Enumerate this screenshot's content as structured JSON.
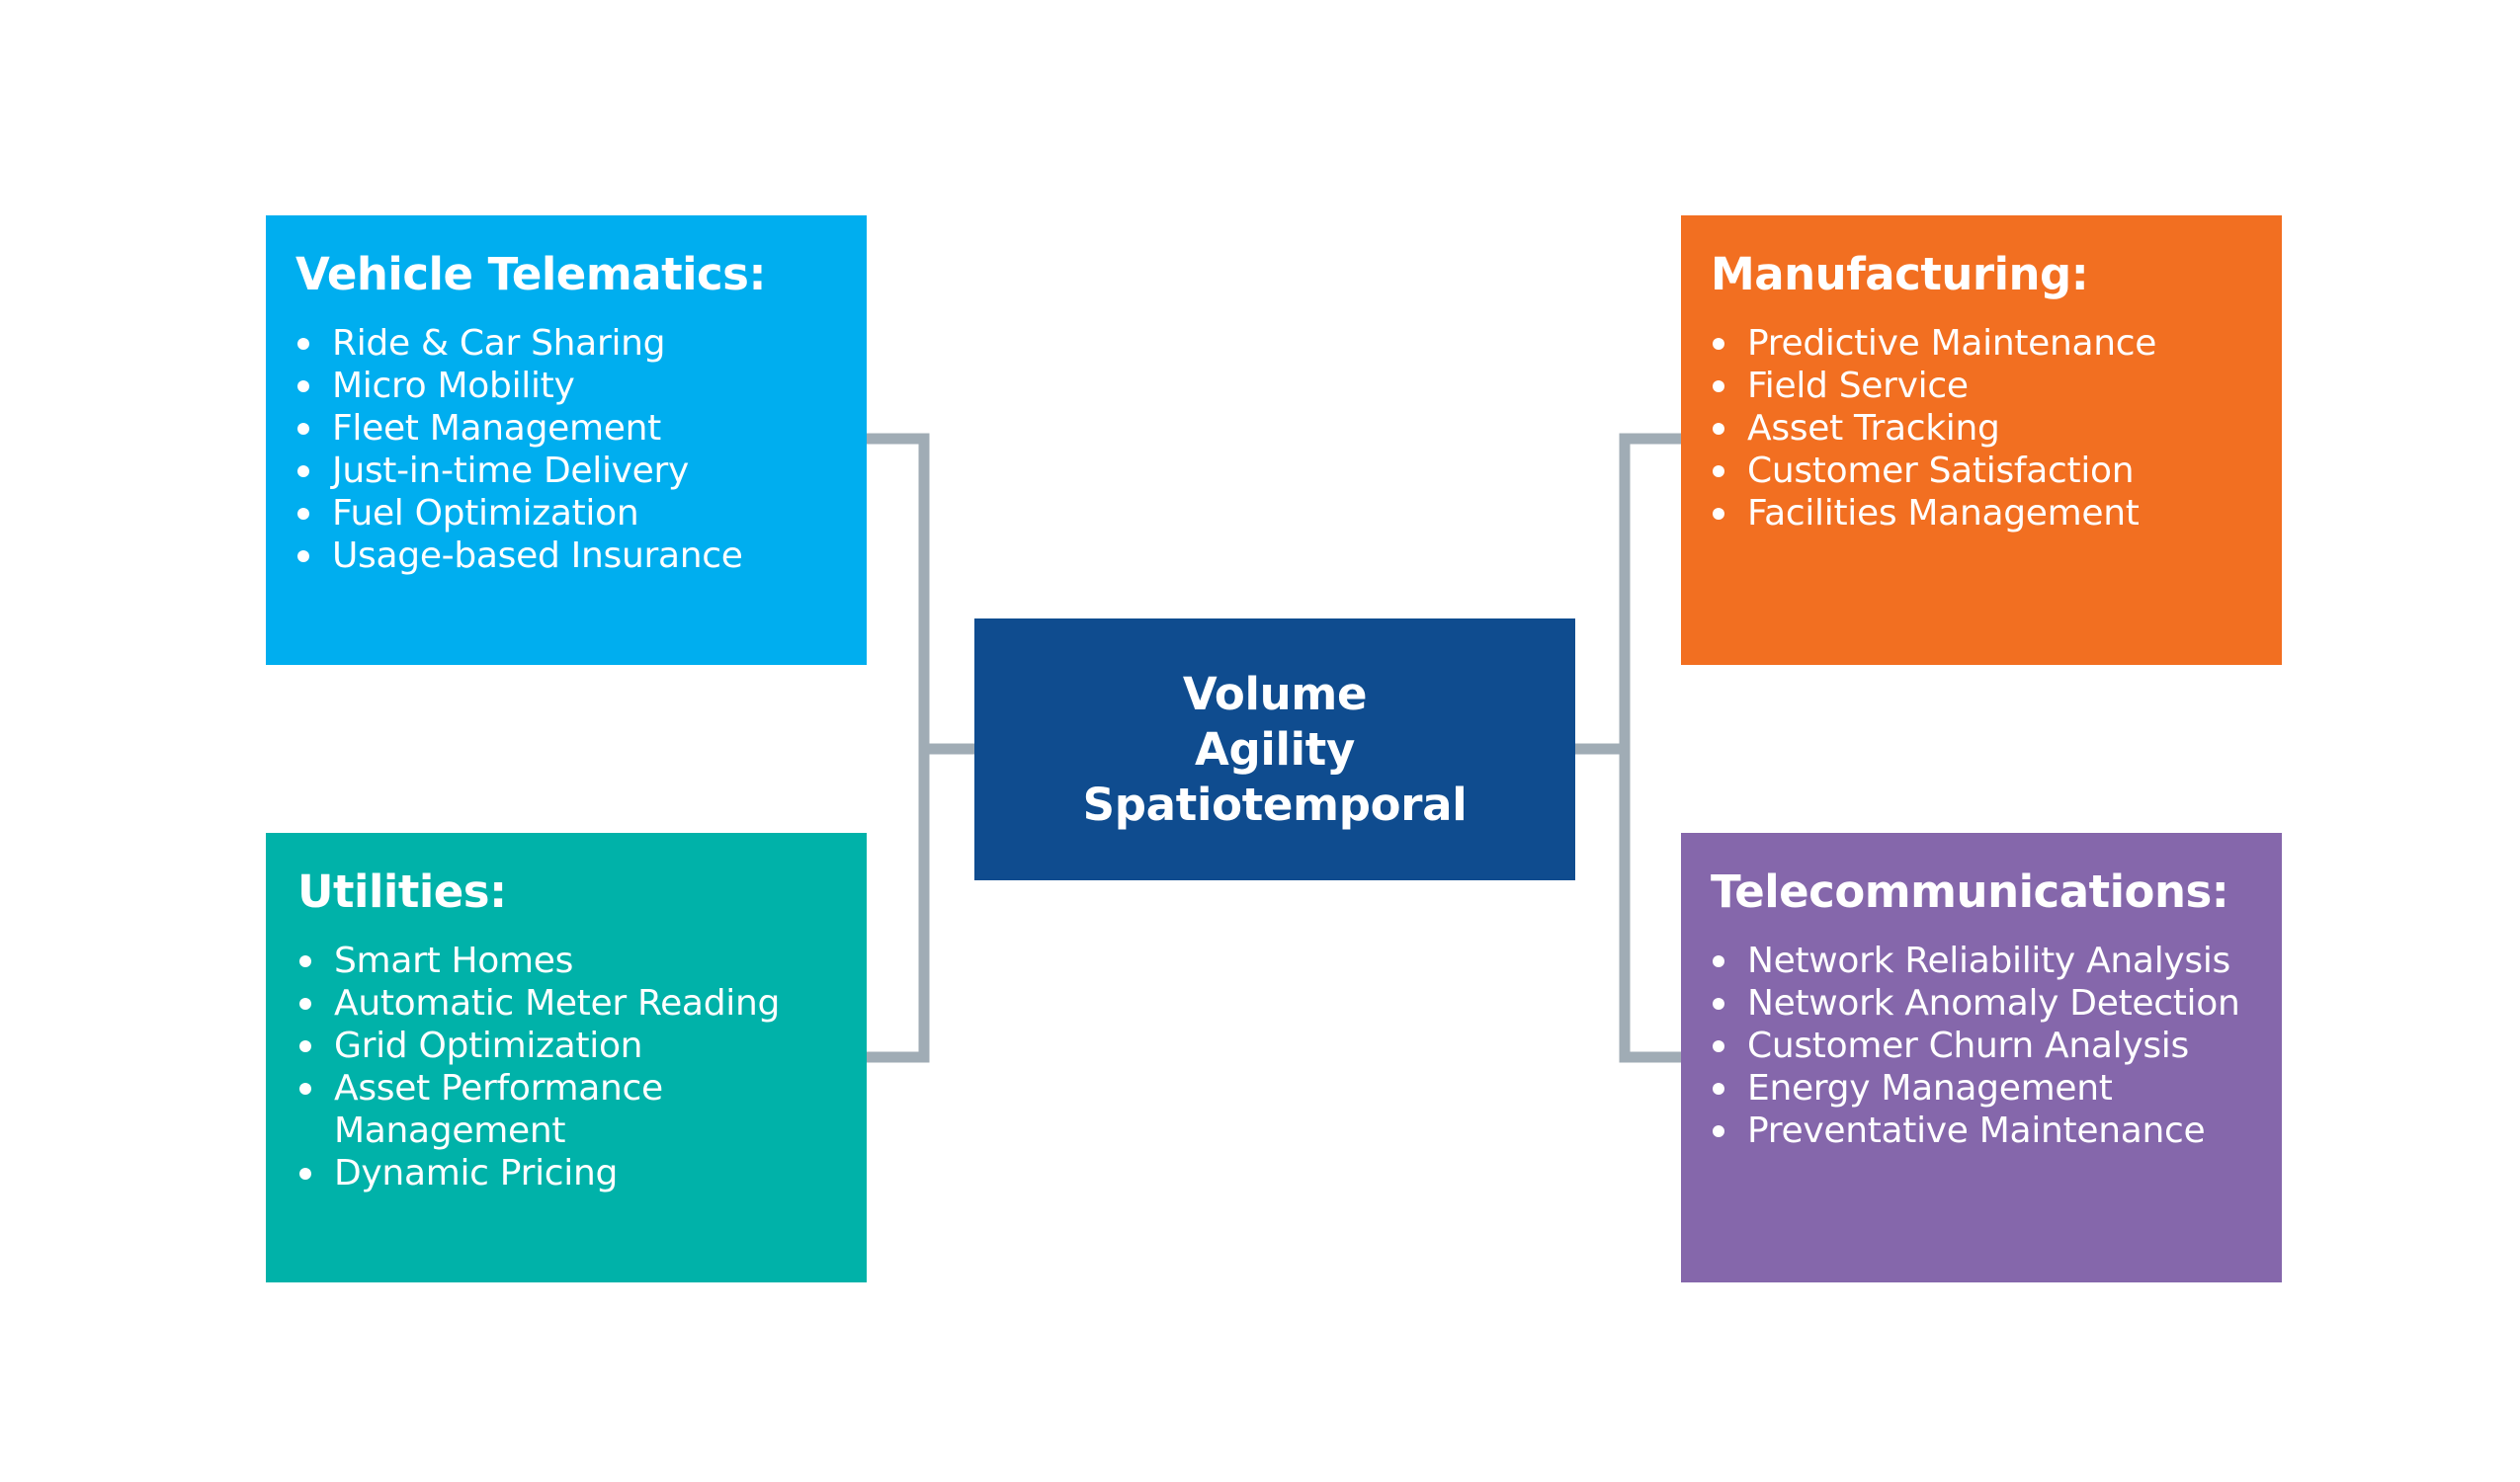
{
  "colors": {
    "vehicle_telematics": "#00aeef",
    "manufacturing": "#f26f21",
    "utilities": "#00b2a9",
    "telecommunications": "#8567ab",
    "center": "#0f4c8f",
    "connector": "#a0acb5"
  },
  "center": {
    "lines": [
      "Volume",
      "Agility",
      "Spatiotemporal"
    ]
  },
  "vehicle_telematics": {
    "title": "Vehicle Telematics:",
    "items": [
      "Ride & Car Sharing",
      "Micro Mobility",
      "Fleet Management",
      "Just-in-time Delivery",
      "Fuel Optimization",
      "Usage-based Insurance"
    ]
  },
  "manufacturing": {
    "title": "Manufacturing:",
    "items": [
      "Predictive Maintenance",
      "Field Service",
      "Asset Tracking",
      "Customer Satisfaction",
      "Facilities Management"
    ]
  },
  "utilities": {
    "title": "Utilities:",
    "items": [
      "Smart Homes",
      "Automatic Meter Reading",
      "Grid Optimization",
      "Asset Performance Management",
      "Dynamic Pricing"
    ]
  },
  "telecommunications": {
    "title": "Telecommunications:",
    "items": [
      "Network Reliability Analysis",
      "Network Anomaly Detection",
      "Customer Churn Analysis",
      "Energy Management",
      "Preventative Maintenance"
    ]
  }
}
